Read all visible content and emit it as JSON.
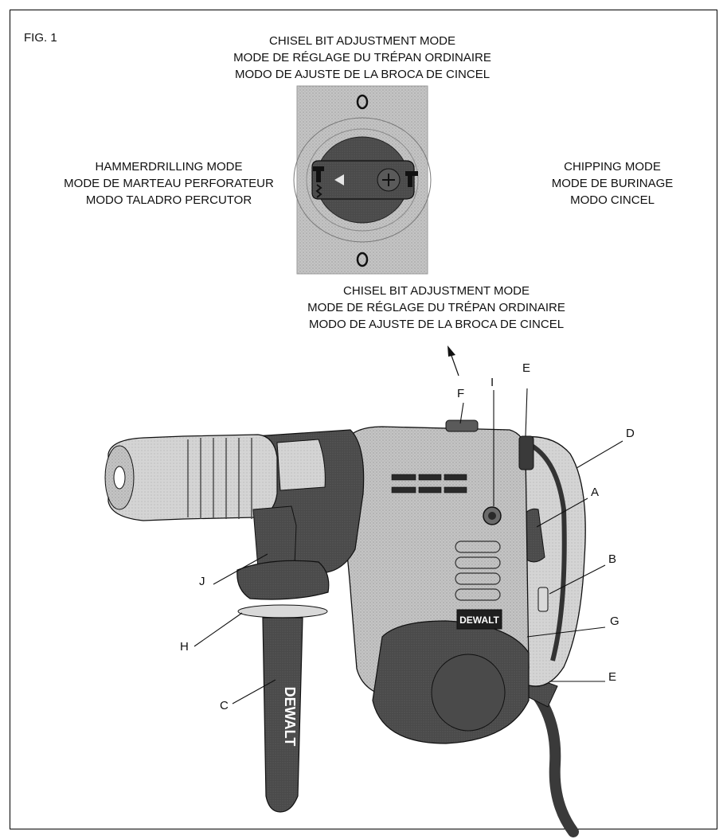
{
  "figure": {
    "label": "FIG. 1"
  },
  "modes": {
    "top": [
      "CHISEL BIT ADJUSTMENT MODE",
      "MODE DE RÉGLAGE DU TRÉPAN ORDINAIRE",
      "MODO DE AJUSTE DE LA BROCA DE CINCEL"
    ],
    "left": [
      "HAMMERDRILLING MODE",
      "MODE DE MARTEAU PERFORATEUR",
      "MODO TALADRO PERCUTOR"
    ],
    "right": [
      "CHIPPING MODE",
      "MODE DE BURINAGE",
      "MODO CINCEL"
    ],
    "bottom": [
      "CHISEL BIT ADJUSTMENT MODE",
      "MODE DE RÉGLAGE DU TRÉPAN ORDINAIRE",
      "MODO DE AJUSTE DE LA BROCA DE CINCEL"
    ]
  },
  "callouts": {
    "F": "F",
    "I": "I",
    "E_top": "E",
    "D": "D",
    "A": "A",
    "B": "B",
    "G": "G",
    "E_bottom": "E",
    "J": "J",
    "H": "H",
    "C": "C"
  },
  "brand": {
    "body_logo": "DEWALT",
    "handle_logo": "DEWALT"
  },
  "colors": {
    "line": "#111111",
    "dark": "#3a3a3a",
    "mid": "#8a8a8a",
    "light": "#c9c9c9",
    "panel": "#bdbdbd"
  }
}
